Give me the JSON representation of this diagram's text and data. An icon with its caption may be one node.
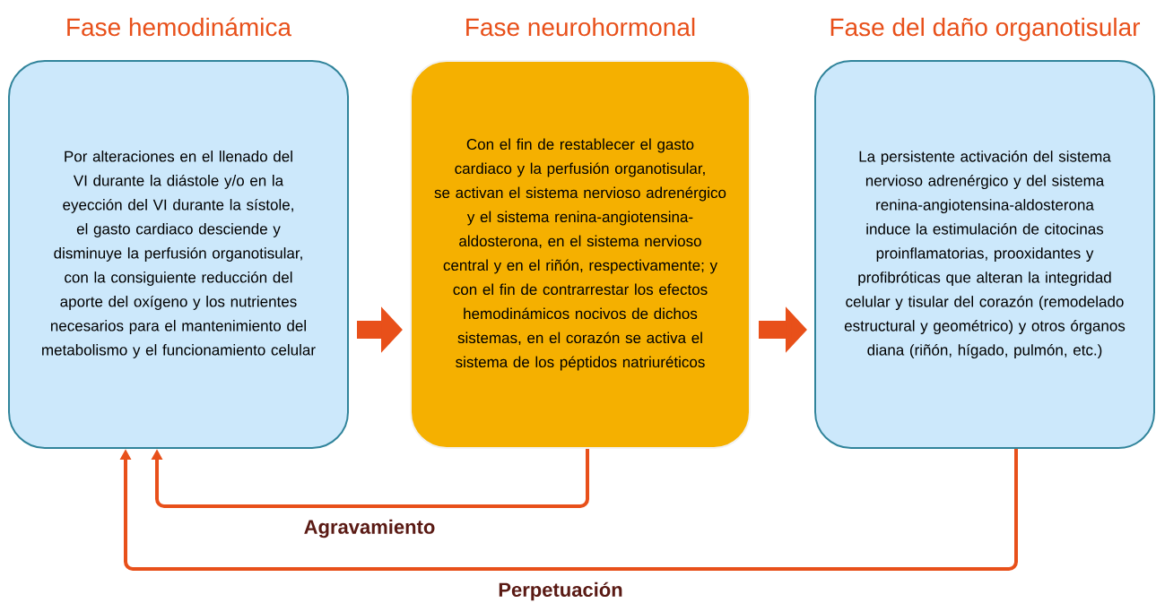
{
  "diagram": {
    "nodes": [
      {
        "text": [
          "Fase hemodinámica",
          "Por alteraciones en el llenado del VI durante la diástole y/o en la eyección del VI durante la sístole, el gasto cardiaco desciende y disminuye la perfusión organotisular, con la consiguiente reducción del aporte del oxígeno y los nutrientes necesarios para el mantenimiento del metabolismo y el funcionamiento celular"
        ]
      },
      {
        "text": [
          "Fase neurohormonal",
          "Con el fin de restablecer el gasto cardiaco y la perfusión organotisular, se activan el sistema nervioso adrenérgico y el sistema renina-angiotensina-aldosterona, en el sistema nervioso central y en el riñón, respectivamente; y con el fin de contrarrestar los efectos hemodinámicos nocivos de dichos sistemas, en el corazón se activa el sistema de los péptidos natriuréticos"
        ]
      },
      {
        "text": [
          "Fase del daño organotisular",
          "La persistente activación del sistema nervioso adrenérgico y del sistema renina-angiotensina-aldosterona induce la estimulación de citocinas proinflamatorias, prooxidantes y profibróticas que alteran la integridad celular y tisular del corazón (remodelado estructural y geométrico) y otros órganos diana (riñón, hígado, pulmón, etc.)"
        ]
      }
    ],
    "edges": [
      {
        "from": 0,
        "to": 1,
        "arrow": "to",
        "style": "thick"
      },
      {
        "from": 1,
        "to": 2,
        "arrow": "to",
        "style": "thick"
      },
      {
        "from": 1,
        "to": 0,
        "arrow": "to",
        "label": "Agravamiento"
      },
      {
        "from": 2,
        "to": 0,
        "arrow": "to",
        "label": "Perpetuación"
      }
    ]
  }
}
